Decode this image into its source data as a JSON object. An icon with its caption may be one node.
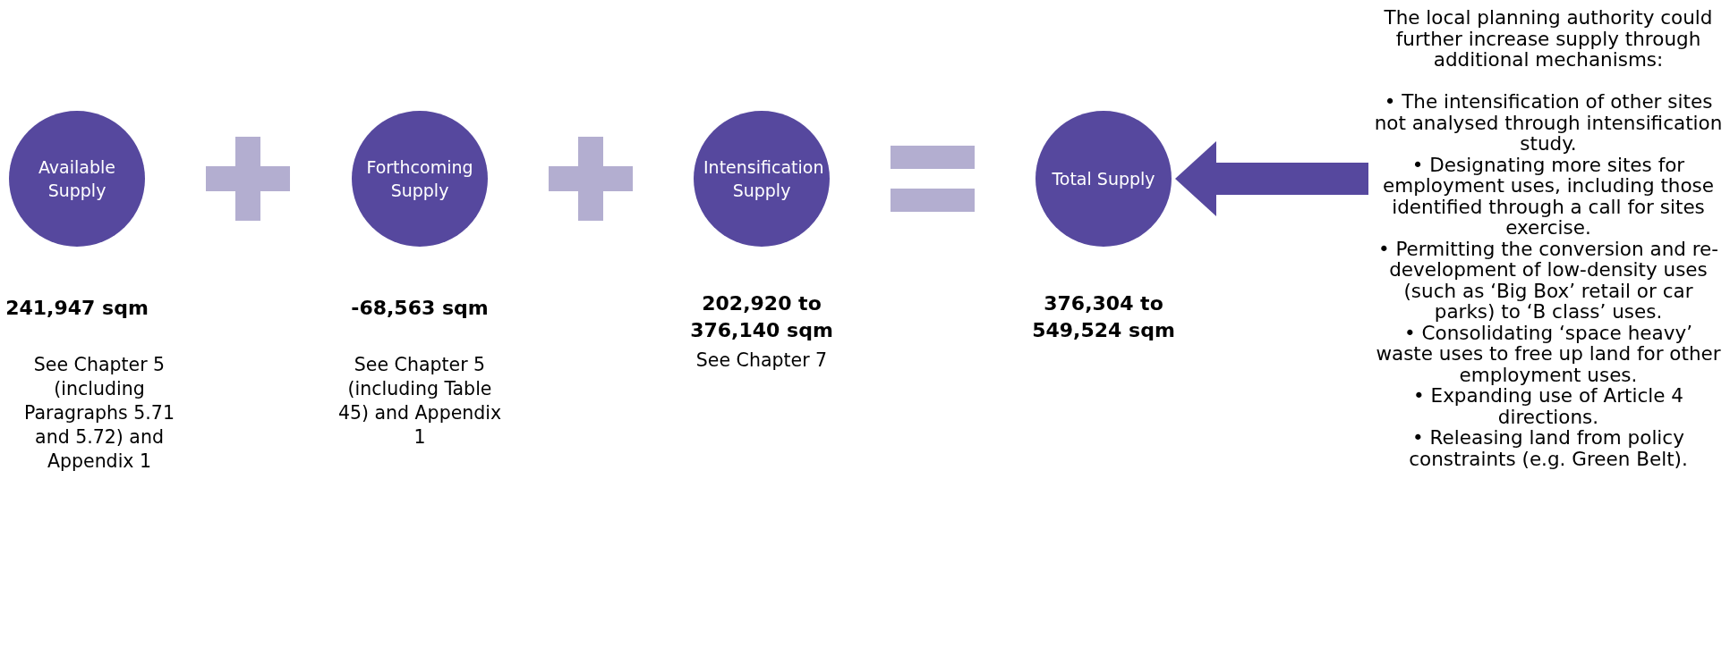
{
  "diagram": {
    "nodes": [
      {
        "text": [
          "Available Supply"
        ],
        "beside": [
          "241,947 sqm",
          "See Chapter 5 (including Paragraphs 5.71 and 5.72) and Appendix 1"
        ]
      },
      {
        "text": [
          "Forthcoming Supply"
        ],
        "beside": [
          "-68,563 sqm",
          "See Chapter 5 (including Table 45) and Appendix 1"
        ]
      },
      {
        "text": [
          "Intensification Supply"
        ],
        "beside": [
          "202,920 to 376,140 sqm",
          "See Chapter 7"
        ]
      },
      {
        "text": [
          "Total Supply"
        ],
        "beside": [
          "376,304 to 549,524 sqm"
        ]
      },
      {
        "text": [
          "The local planning authority could further increase supply through additional mechanisms:",
          "• The intensification of other sites not analysed through intensification study.",
          "• Designating more sites for employment uses, including those identified through a call for sites exercise.",
          "• Permitting the conversion and re-development of low-density uses (such as ‘Big Box’ retail or car parks) to ‘B class’ uses.",
          "• Consolidating ‘space heavy’ waste uses to free up land for other employment uses.",
          "• Expanding use of Article 4 directions.",
          "• Releasing land from policy constraints (e.g. Green Belt)."
        ]
      }
    ],
    "edges": [
      {
        "from": 4,
        "to": 3,
        "arrow": "to"
      }
    ]
  }
}
